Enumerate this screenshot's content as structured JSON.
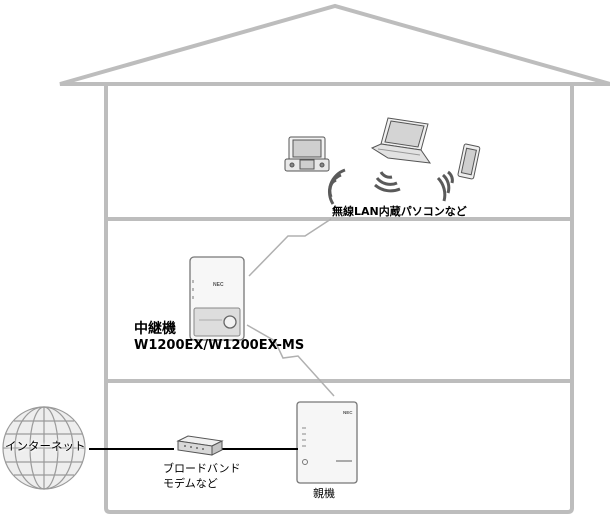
{
  "labels": {
    "devices": "無線LAN内蔵パソコンなど",
    "repeater_title": "中継機",
    "repeater_model": "W1200EX/W1200EX-MS",
    "internet": "インターネット",
    "modem_line1": "ブロードバンド",
    "modem_line2": "モデムなど",
    "router": "親機",
    "nec_logo_repeater": "NEC",
    "nec_logo_router": "NEC"
  }
}
